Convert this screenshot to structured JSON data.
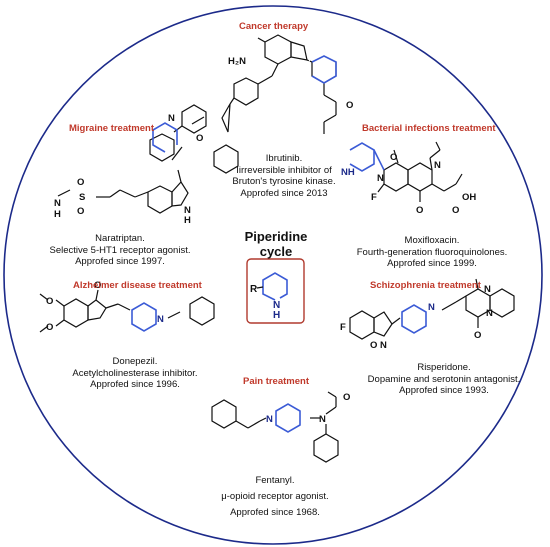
{
  "center": {
    "title_line1": "Piperidine",
    "title_line2": "cycle",
    "atom_r": "R",
    "atom_n": "N",
    "atom_h": "H"
  },
  "colors": {
    "accent": "#c0392b",
    "piperidine_ring": "#3b5bd6",
    "outline": "#1c2a8a"
  },
  "sections": [
    {
      "heading": "Cancer therapy",
      "caption": [
        "Ibrutinib.",
        "Iirreversible inhibitor of",
        "Bruton's tyrosine kinase.",
        "Approfed since 2013"
      ],
      "atoms": {
        "nh2": "H₂N",
        "o_ring": "O",
        "o_amide": "O"
      }
    },
    {
      "heading": "Migraine treatment",
      "caption": [
        "Naratriptan.",
        "Selective 5-HT1 receptor agonist.",
        "Approfed since 1997."
      ],
      "atoms": {
        "n_pip": "N",
        "s": "S",
        "o1": "O",
        "o2": "O",
        "nh": "N",
        "h": "H",
        "n_indole": "N",
        "h_indole": "H"
      }
    },
    {
      "heading": "Bacterial infections treatment",
      "caption": [
        "Moxifloxacin.",
        "Fourth-generation fluoroquinolones.",
        "Approfed since 1999."
      ],
      "atoms": {
        "nh": "NH",
        "n": "N",
        "o_me": "O",
        "f": "F",
        "o_keto": "O",
        "oh": "OH",
        "o_acid": "O"
      }
    },
    {
      "heading": "Alzheimer disease treatment",
      "caption": [
        "Donepezil.",
        "Acetylcholinesterase inhibitor.",
        "Approfed since 1996."
      ],
      "atoms": {
        "o_keto": "O",
        "o1": "O",
        "o2": "O",
        "n": "N"
      }
    },
    {
      "heading": "Schizophrenia treatment",
      "caption": [
        "Risperidone.",
        "Dopamine and serotonin antagonist.",
        "Approfed since 1993."
      ],
      "atoms": {
        "f": "F",
        "n_iso": "N",
        "o_iso": "O",
        "n": "N",
        "n1": "N",
        "n2": "N",
        "o_keto": "O"
      }
    },
    {
      "heading": "Pain treatment",
      "caption": [
        "Fentanyl.",
        "μ-opioid receptor agonist.",
        "Approfed since 1968."
      ],
      "atoms": {
        "n1": "N",
        "n2": "N",
        "o": "O"
      }
    }
  ]
}
